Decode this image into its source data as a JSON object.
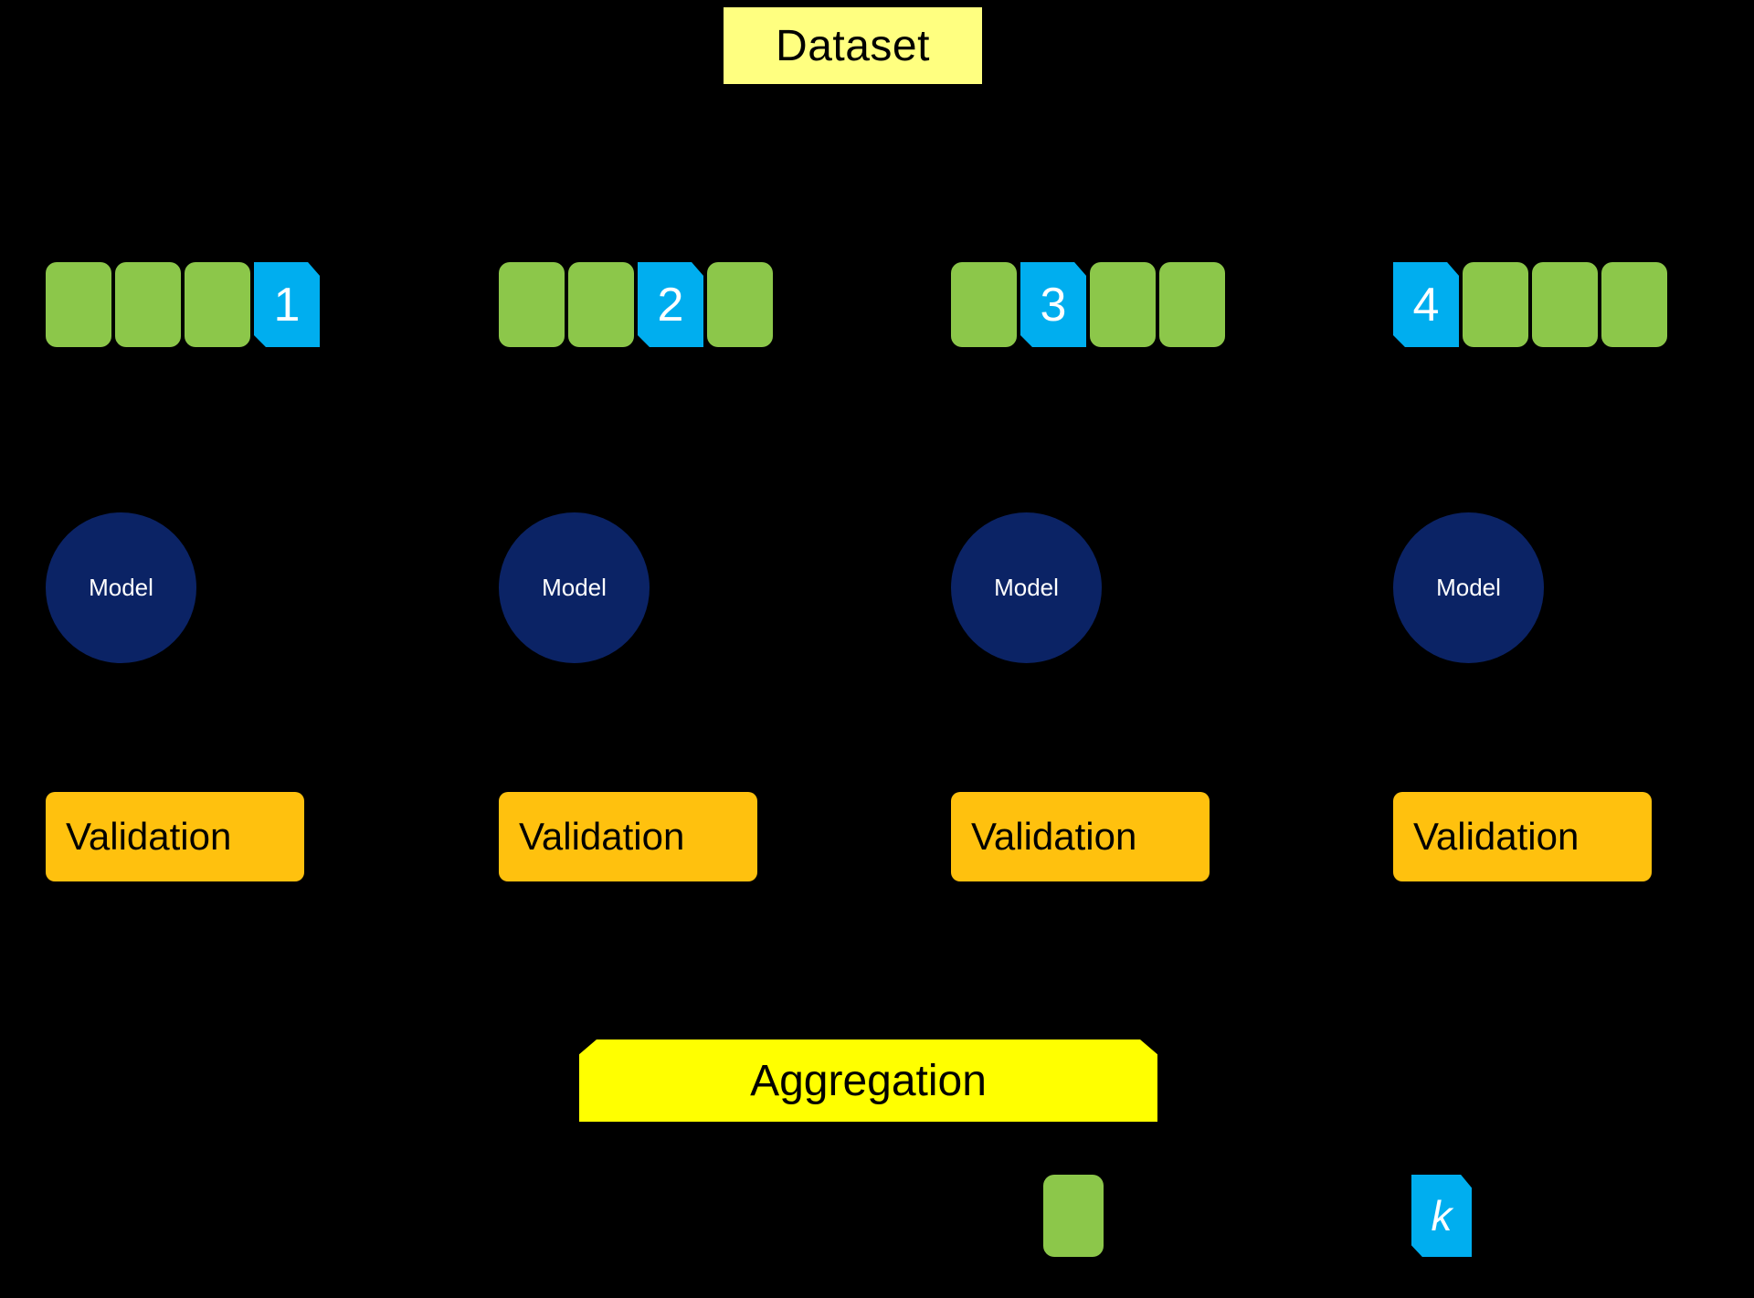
{
  "diagram": {
    "title": "Dataset",
    "background_color": "#000000",
    "palette": {
      "dataset_box": "#FFFF80",
      "train_block": "#8CC74A",
      "test_block": "#00AEEF",
      "model_circle": "#0B2365",
      "validation_box": "#FFC10E",
      "aggregation_box": "#FFFF00",
      "text_dark": "#000000",
      "text_light": "#FFFFFF"
    }
  },
  "dataset": {
    "label": "Dataset"
  },
  "folds": [
    {
      "index": 1,
      "number_label": "1",
      "blocks": [
        "train",
        "train",
        "train",
        "test"
      ],
      "model_label": "Model",
      "validation_label": "Validation"
    },
    {
      "index": 2,
      "number_label": "2",
      "blocks": [
        "train",
        "train",
        "test",
        "train"
      ],
      "model_label": "Model",
      "validation_label": "Validation"
    },
    {
      "index": 3,
      "number_label": "3",
      "blocks": [
        "train",
        "test",
        "train",
        "train"
      ],
      "model_label": "Model",
      "validation_label": "Validation"
    },
    {
      "index": 4,
      "number_label": "4",
      "blocks": [
        "test",
        "train",
        "train",
        "train"
      ],
      "model_label": "Model",
      "validation_label": "Validation"
    }
  ],
  "aggregation": {
    "label": "Aggregation"
  },
  "legend": {
    "train": {
      "swatch_color": "#8CC74A",
      "label": ""
    },
    "test": {
      "swatch_color": "#00AEEF",
      "symbol": "k",
      "label": ""
    }
  }
}
